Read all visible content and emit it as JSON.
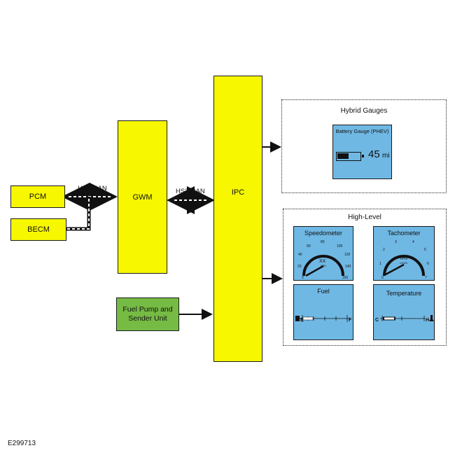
{
  "modules": {
    "pcm": "PCM",
    "becm": "BECM",
    "gwm": "GWM",
    "ipc": "IPC",
    "fuel_pump": "Fuel Pump and Sender Unit"
  },
  "buses": {
    "hs1": "HS1-CAN",
    "hs3": "HS3-CAN"
  },
  "hybrid_panel": {
    "title": "Hybrid Gauges",
    "battery_gauge": {
      "title": "Battery Gauge (PHEV)",
      "range_value": "45",
      "range_unit": "mi"
    }
  },
  "high_level_panel": {
    "title": "High-Level",
    "speedometer": {
      "title": "Speedometer",
      "ticks": [
        "0",
        "20",
        "40",
        "60",
        "80",
        "100",
        "120",
        "140",
        "160"
      ],
      "readout": "XX",
      "unit": "MPH"
    },
    "tachometer": {
      "title": "Tachometer",
      "ticks": [
        "0",
        "1",
        "2",
        "3",
        "4",
        "5",
        "6",
        "7"
      ],
      "unit_line1": "RPM",
      "unit_line2": "x1000"
    },
    "fuel": {
      "title": "Fuel",
      "empty_label": "E",
      "full_label": "F"
    },
    "temperature": {
      "title": "Temperature",
      "cold_label": "C",
      "hot_label": "H"
    }
  },
  "figure_id": "E299713",
  "colors": {
    "module_yellow": "#f7f700",
    "module_green": "#76bb44",
    "gauge_blue": "#70b8e4"
  }
}
